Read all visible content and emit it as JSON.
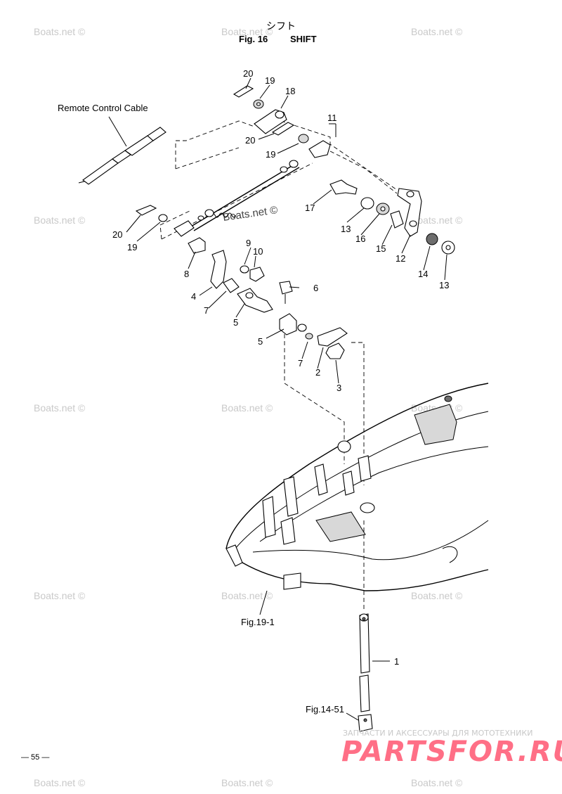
{
  "header": {
    "title_jp": "シフト",
    "fig_number": "Fig. 16",
    "fig_title": "SHIFT"
  },
  "labels": {
    "remote_cable": "Remote Control Cable",
    "ref_fig19": "Fig.19-1",
    "ref_fig14": "Fig.14-51"
  },
  "callouts": [
    "1",
    "2",
    "3",
    "4",
    "5",
    "5",
    "6",
    "7",
    "7",
    "8",
    "9",
    "10",
    "11",
    "12",
    "13",
    "13",
    "14",
    "15",
    "16",
    "17",
    "18",
    "19",
    "19",
    "19",
    "20",
    "20",
    "20"
  ],
  "page_number": "— 55 —",
  "watermark_text": "Boats.net ©",
  "brand": {
    "logo_text": "PARTSFOR.RU",
    "tagline": "ЗАПЧАСТИ И АКСЕССУАРЫ ДЛЯ МОТОТЕХНИКИ",
    "color": "#ff6f86"
  },
  "icons": [
    "shift-linkage-drawing",
    "bottom-cowling-drawing",
    "shift-rod-drawing"
  ]
}
